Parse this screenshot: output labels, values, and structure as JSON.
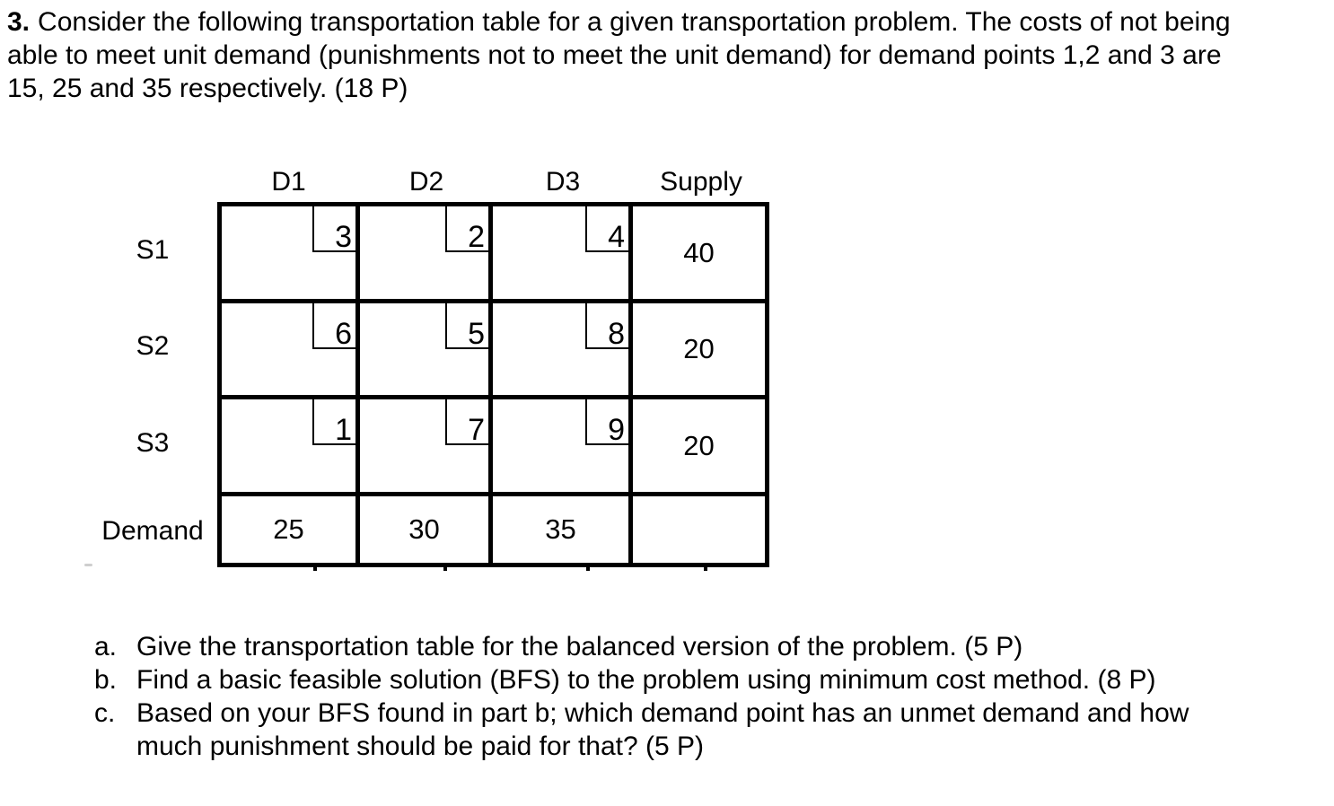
{
  "problem": {
    "number": "3.",
    "line1": "Consider the following transportation table for a given transportation problem. The costs of not being",
    "line2": "able to meet unit demand (punishments not to meet the unit demand) for demand points 1,2 and 3 are",
    "line3": "15, 25 and 35 respectively. (18 P)"
  },
  "table": {
    "column_headers": [
      "D1",
      "D2",
      "D3",
      "Supply"
    ],
    "rows": [
      {
        "label": "S1",
        "costs": [
          3,
          2,
          4
        ],
        "supply": 40
      },
      {
        "label": "S2",
        "costs": [
          6,
          5,
          8
        ],
        "supply": 20
      },
      {
        "label": "S3",
        "costs": [
          1,
          7,
          9
        ],
        "supply": 20
      }
    ],
    "demand": {
      "label": "Demand",
      "values": [
        25,
        30,
        35
      ]
    }
  },
  "questions": [
    {
      "label": "a.",
      "text": "Give the transportation table for the balanced version of the problem. (5 P)"
    },
    {
      "label": "b.",
      "text": "Find a basic feasible solution (BFS) to the problem using minimum cost method. (8 P)"
    },
    {
      "label": "c.",
      "text": "Based on your BFS found in part b; which demand point has an unmet demand and how much punishment should be paid for that? (5 P)"
    }
  ]
}
